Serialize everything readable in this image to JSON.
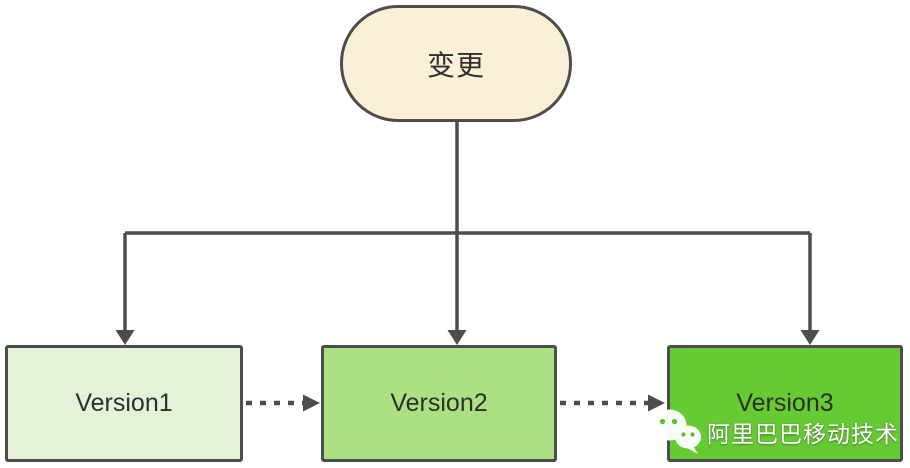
{
  "diagram": {
    "root_node": {
      "id": "change",
      "label": "变更",
      "shape": "stadium",
      "fill": "#fcefd7"
    },
    "nodes": [
      {
        "id": "v1",
        "label": "Version1",
        "fill": "#e4f3d7"
      },
      {
        "id": "v2",
        "label": "Version2",
        "fill": "#abe183"
      },
      {
        "id": "v3",
        "label": "Version3",
        "fill": "#66cb32"
      }
    ],
    "edges": [
      {
        "from": "变更",
        "to": "Version1",
        "style": "solid-arrow"
      },
      {
        "from": "变更",
        "to": "Version2",
        "style": "solid-arrow"
      },
      {
        "from": "变更",
        "to": "Version3",
        "style": "solid-arrow"
      },
      {
        "from": "Version1",
        "to": "Version2",
        "style": "dashed-arrow"
      },
      {
        "from": "Version2",
        "to": "Version3",
        "style": "dashed-arrow"
      }
    ],
    "colors": {
      "line": "#4d4d4d",
      "border": "#4d4d4d",
      "background": "#ffffff",
      "text": "#2e2e2e",
      "watermark_text": "#ffffff"
    },
    "watermark": {
      "icon": "wechat-icon",
      "text": "阿里巴巴移动技术"
    }
  }
}
